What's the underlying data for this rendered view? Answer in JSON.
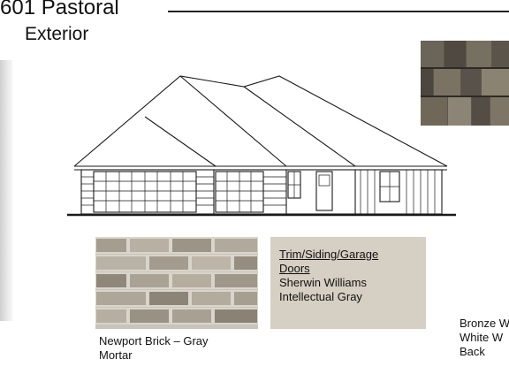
{
  "header": {
    "title": "601 Pastoral",
    "subtitle": "Exterior"
  },
  "brick_sample": {
    "caption_line1": "Newport Brick – Gray",
    "caption_line2": "Mortar"
  },
  "trim_sample": {
    "heading_line1": "Trim/Siding/Garage",
    "heading_line2": "Doors",
    "color_line1": "Sherwin Williams",
    "color_line2": "Intellectual Gray",
    "swatch_color": "#d6cfc3"
  },
  "window_note": {
    "line1": "Bronze W",
    "line2": "White W",
    "line3": "Back"
  }
}
